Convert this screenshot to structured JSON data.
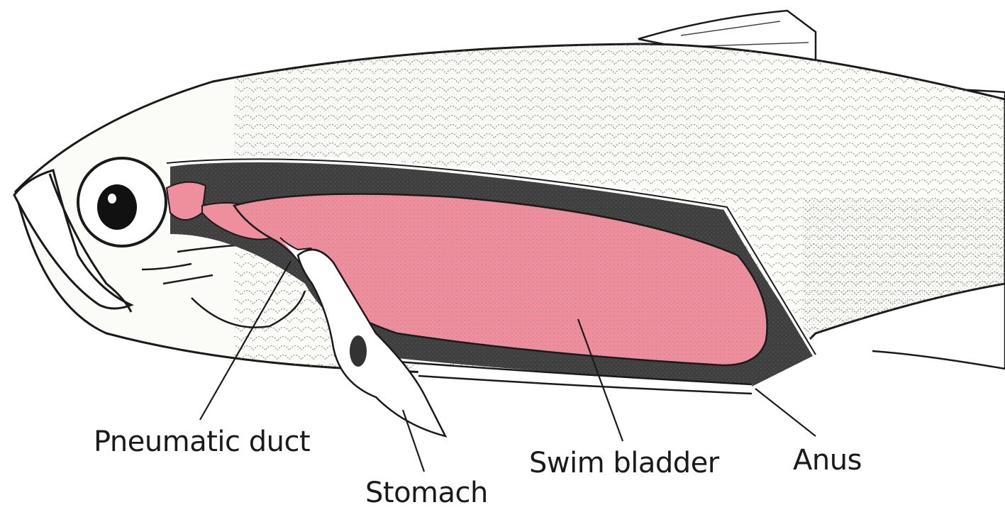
{
  "labels": {
    "pneumatic_duct": "Pneumatic duct",
    "stomach": "Stomach",
    "swim_bladder": "Swim bladder",
    "anus": "Anus"
  },
  "colors": {
    "swim_bladder": "#ef8f9d",
    "outline": "#1a1a1a",
    "body_cavity": "#3a3a3a",
    "background": "#ffffff"
  }
}
